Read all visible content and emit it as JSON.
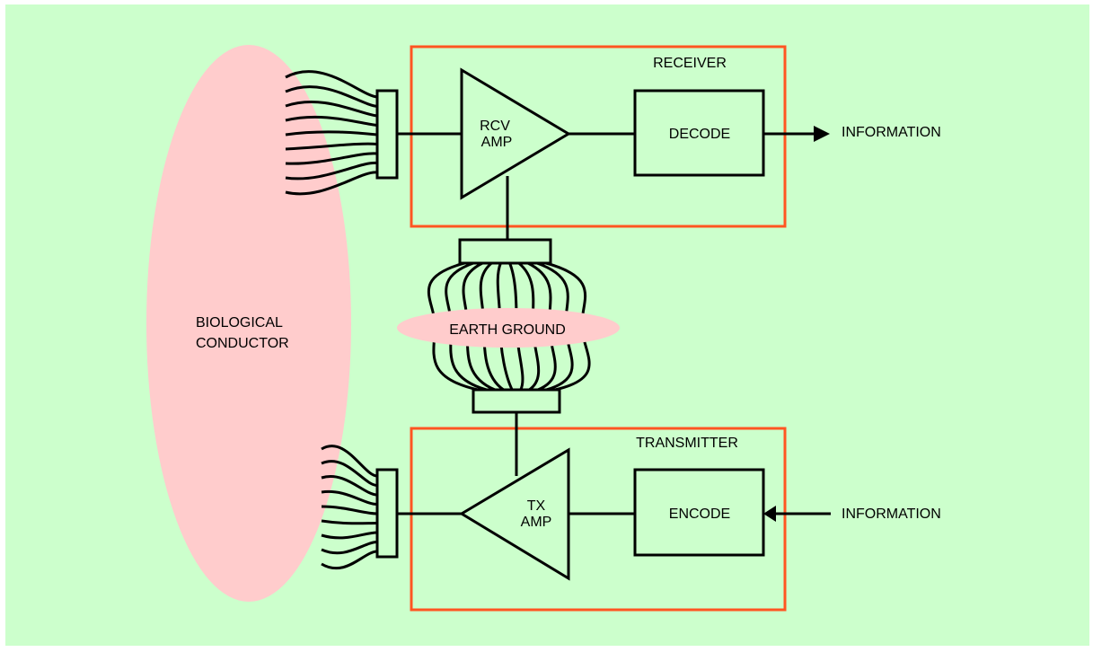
{
  "colors": {
    "background": "#ccffcc",
    "frame": "#ffffff",
    "box_outline": "#ff5522",
    "ellipse_fill": "#ffcccc",
    "stroke": "#000000"
  },
  "receiver": {
    "title": "RECEIVER",
    "amp_line1": "RCV",
    "amp_line2": "AMP",
    "block_label": "DECODE",
    "output_label": "INFORMATION"
  },
  "transmitter": {
    "title": "TRANSMITTER",
    "amp_line1": "TX",
    "amp_line2": "AMP",
    "block_label": "ENCODE",
    "input_label": "INFORMATION"
  },
  "conductor": {
    "line1": "BIOLOGICAL",
    "line2": "CONDUCTOR"
  },
  "ground": {
    "label": "EARTH GROUND"
  }
}
